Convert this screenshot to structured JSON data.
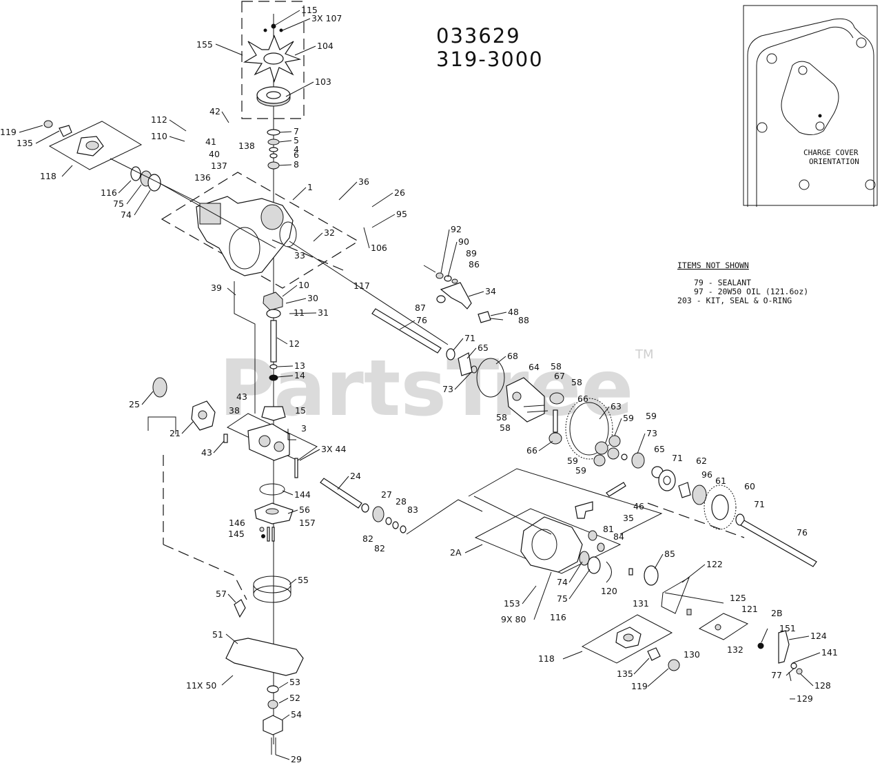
{
  "header": {
    "line1": "033629",
    "line2": "319-3000"
  },
  "watermark": {
    "text": "PartsTree",
    "tm": "TM"
  },
  "inset": {
    "caption_line1": "CHARGE COVER",
    "caption_line2": "ORIENTATION"
  },
  "notes": {
    "title": "ITEMS NOT SHOWN",
    "items": [
      "79 - SEALANT",
      "97 - 20W50 OIL (121.6oz)",
      "203 - KIT, SEAL & O-RING"
    ]
  },
  "callouts": [
    "115",
    "3X 107",
    "155",
    "104",
    "103",
    "42",
    "112",
    "110",
    "41",
    "40",
    "138",
    "137",
    "136",
    "7",
    "5",
    "4",
    "6",
    "8",
    "119",
    "135",
    "118",
    "116",
    "75",
    "74",
    "1",
    "36",
    "26",
    "95",
    "106",
    "32",
    "33",
    "117",
    "92",
    "90",
    "89",
    "86",
    "87",
    "34",
    "48",
    "88",
    "39",
    "10",
    "30",
    "11",
    "31",
    "12",
    "13",
    "14",
    "76",
    "71",
    "65",
    "68",
    "73",
    "64",
    "58",
    "58",
    "66",
    "67",
    "58",
    "58",
    "63",
    "59",
    "59",
    "73",
    "66",
    "59",
    "59",
    "65",
    "71",
    "62",
    "96",
    "61",
    "60",
    "71",
    "76",
    "25",
    "21",
    "43",
    "38",
    "15",
    "3",
    "43",
    "3X 44",
    "24",
    "27",
    "28",
    "83",
    "82",
    "82",
    "144",
    "56",
    "146",
    "145",
    "157",
    "46",
    "35",
    "81",
    "84",
    "2A",
    "85",
    "74",
    "75",
    "116",
    "120",
    "153",
    "9X 80",
    "122",
    "131",
    "125",
    "121",
    "2B",
    "130",
    "132",
    "151",
    "124",
    "141",
    "77",
    "128",
    "129",
    "118",
    "135",
    "119",
    "55",
    "57",
    "51",
    "11X 50",
    "53",
    "52",
    "54",
    "29"
  ]
}
